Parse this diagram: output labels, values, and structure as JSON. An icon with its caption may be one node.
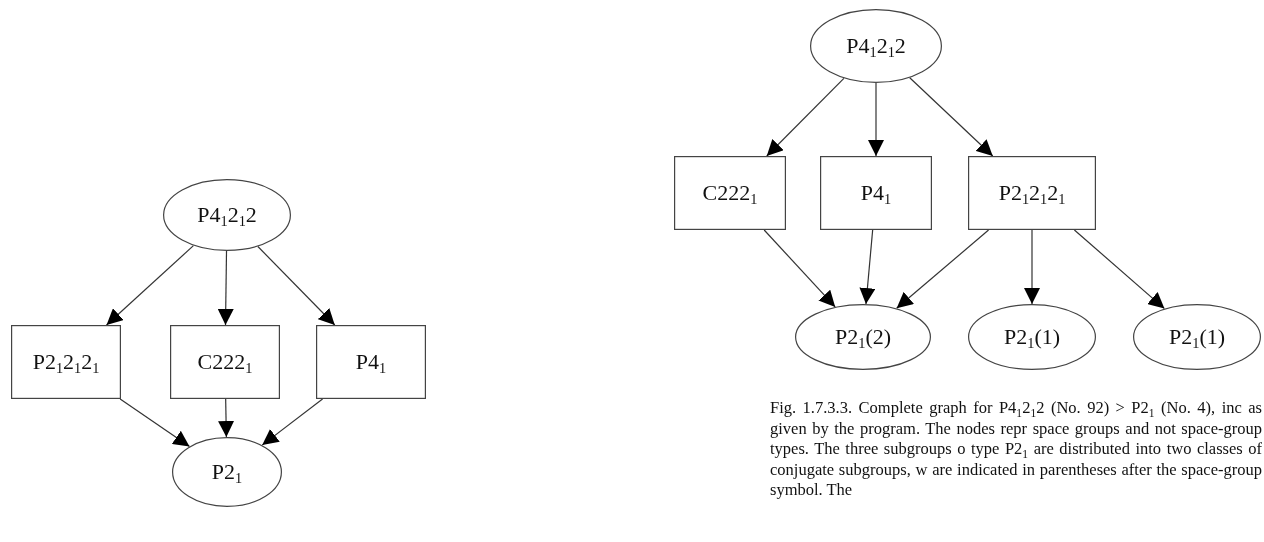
{
  "diagram": {
    "caption": "Fig. 1.7.3.3. Complete graph for P4$_{1}$2$_{1}$2 (No. 92) > P2$_{1}$ (No. 4), inc as given by the program. The nodes repr space groups and not space-group types. The three subgroups o type P2$_{1}$ are distributed into two classes of conjugate subgroups, w are indicated in parentheses after the space-group symbol. The",
    "nodes": [
      {
        "text": [
          "P4$_{1}$2$_{1}$2"
        ]
      },
      {
        "text": [
          "P2$_{1}$2$_{1}$2$_{1}$"
        ]
      },
      {
        "text": [
          "C222$_{1}$"
        ]
      },
      {
        "text": [
          "P4$_{1}$"
        ]
      },
      {
        "text": [
          "P2$_{1}$"
        ]
      },
      {
        "text": [
          "P4$_{1}$2$_{1}$2"
        ]
      },
      {
        "text": [
          "C222$_{1}$"
        ]
      },
      {
        "text": [
          "P4$_{1}$"
        ]
      },
      {
        "text": [
          "P2$_{1}$2$_{1}$2$_{1}$"
        ]
      },
      {
        "text": [
          "P2$_{1}$(2)"
        ]
      },
      {
        "text": [
          "P2$_{1}$(1)"
        ]
      },
      {
        "text": [
          "P2$_{1}$(1)"
        ]
      }
    ],
    "edges": [
      {
        "from": 0,
        "to": 1,
        "arrow": "to"
      },
      {
        "from": 0,
        "to": 2,
        "arrow": "to"
      },
      {
        "from": 0,
        "to": 3,
        "arrow": "to"
      },
      {
        "from": 1,
        "to": 4,
        "arrow": "to"
      },
      {
        "from": 2,
        "to": 4,
        "arrow": "to"
      },
      {
        "from": 3,
        "to": 4,
        "arrow": "to"
      },
      {
        "from": 5,
        "to": 6,
        "arrow": "to"
      },
      {
        "from": 5,
        "to": 7,
        "arrow": "to"
      },
      {
        "from": 5,
        "to": 8,
        "arrow": "to"
      },
      {
        "from": 6,
        "to": 9,
        "arrow": "to"
      },
      {
        "from": 7,
        "to": 9,
        "arrow": "to"
      },
      {
        "from": 8,
        "to": 9,
        "arrow": "to"
      },
      {
        "from": 8,
        "to": 10,
        "arrow": "to"
      },
      {
        "from": 8,
        "to": 11,
        "arrow": "to"
      }
    ]
  }
}
